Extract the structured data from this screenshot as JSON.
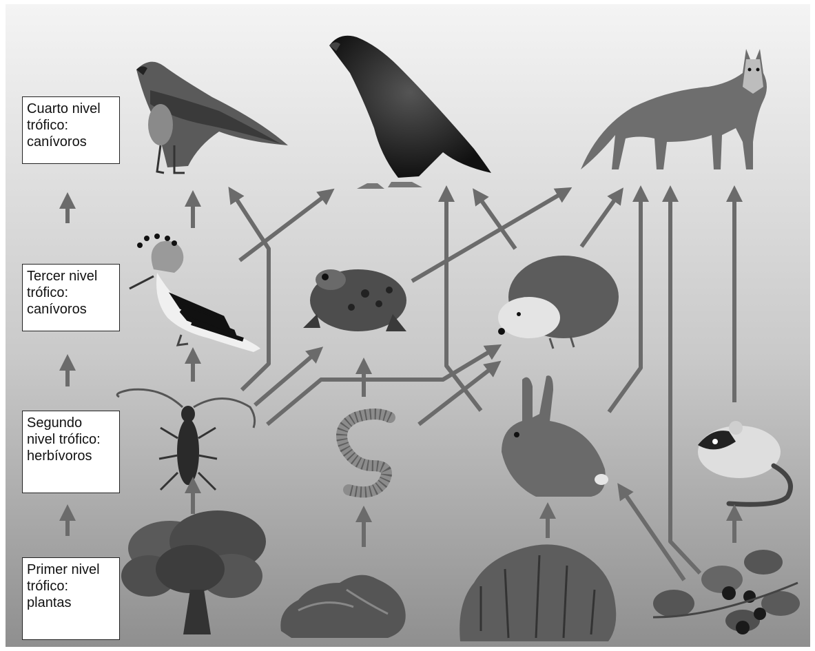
{
  "levels": {
    "fourth": {
      "line1": "Cuarto nivel",
      "line2": "trófico:",
      "line3": "canívoros"
    },
    "third": {
      "line1": "Tercer nivel",
      "line2": "trófico:",
      "line3": "canívoros"
    },
    "second": {
      "line1": "Segundo",
      "line2": "nivel trófico:",
      "line3": "herbívoros"
    },
    "first": {
      "line1": "Primer nivel",
      "line2": "trófico:",
      "line3": "plantas"
    }
  },
  "organisms": [
    "red-kite",
    "golden-eagle",
    "red-fox",
    "hoopoe",
    "toad",
    "hedgehog",
    "longhorn-beetle",
    "earthworm",
    "rabbit",
    "dormouse",
    "holm-oak-tree",
    "leaf-litter",
    "shrub",
    "bramble-blackberry"
  ],
  "colors": {
    "arrow": "#6b6b6b",
    "box_border": "#222222",
    "box_fill": "#ffffff"
  }
}
